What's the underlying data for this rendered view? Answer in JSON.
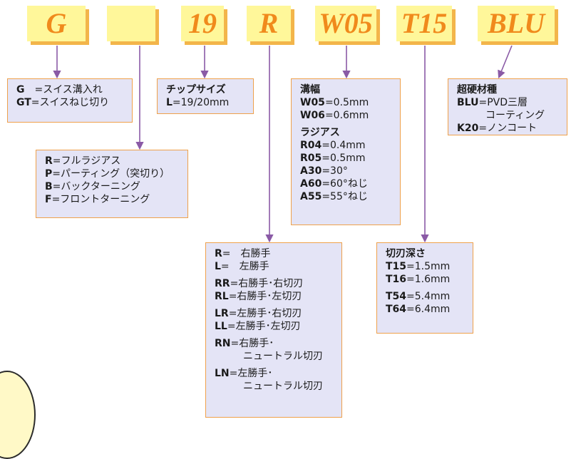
{
  "codes": [
    "G",
    "",
    "19",
    "R",
    "W05",
    "T15",
    "BLU"
  ],
  "box_g": {
    "rows": [
      {
        "key": "G",
        "text": "　=スイス溝入れ"
      },
      {
        "key": "GT",
        "text": "=スイスねじ切り"
      }
    ]
  },
  "box_chip": {
    "title": "チップサイズ",
    "rows": [
      {
        "key": "L",
        "text": "=19/20mm"
      }
    ]
  },
  "box_mode": {
    "rows": [
      {
        "key": "R",
        "text": "=フルラジアス"
      },
      {
        "key": "P",
        "text": "=パーティング（突切り）"
      },
      {
        "key": "B",
        "text": "=バックターニング"
      },
      {
        "key": "F",
        "text": "=フロントターニング"
      }
    ]
  },
  "box_w": {
    "title1": "溝幅",
    "rows1": [
      {
        "key": "W05",
        "text": "=0.5mm"
      },
      {
        "key": "W06",
        "text": "=0.6mm"
      }
    ],
    "title2": "ラジアス",
    "rows2": [
      {
        "key": "R04",
        "text": "=0.4mm"
      },
      {
        "key": "R05",
        "text": "=0.5mm"
      },
      {
        "key": "A30",
        "text": "=30°"
      },
      {
        "key": "A60",
        "text": "=60°ねじ"
      },
      {
        "key": "A55",
        "text": "=55°ねじ"
      }
    ]
  },
  "box_blu": {
    "title": "超硬材種",
    "row1_key": "BLU",
    "row1_text": "=PVD三層",
    "row1_cont": "コーティング",
    "row2_key": "K20",
    "row2_text": "=ノンコート"
  },
  "box_hand": {
    "r_key": "R",
    "r_text": "=　右勝手",
    "l_key": "L",
    "l_text": "=　左勝手",
    "rr_key": "RR",
    "rr_text": "=右勝手･右切刃",
    "rl_key": "RL",
    "rl_text": "=右勝手･左切刃",
    "lr_key": "LR",
    "lr_text": "=左勝手･右切刃",
    "ll_key": "LL",
    "ll_text": "=左勝手･左切刃",
    "rn_key": "RN",
    "rn_text": "=右勝手･",
    "rn_cont": "ニュートラル切刃",
    "ln_key": "LN",
    "ln_text": "=左勝手･",
    "ln_cont": "ニュートラル切刃"
  },
  "box_t": {
    "title": "切刃深さ",
    "rows1": [
      {
        "key": "T15",
        "text": "=1.5mm"
      },
      {
        "key": "T16",
        "text": "=1.6mm"
      }
    ],
    "rows2": [
      {
        "key": "T54",
        "text": "=5.4mm"
      },
      {
        "key": "T64",
        "text": "=6.4mm"
      }
    ]
  },
  "colors": {
    "code_bg": "#fff79a",
    "code_shadow": "#f3b54a",
    "code_text": "#f08a1c",
    "box_bg": "#e4e4f6",
    "box_border": "#efa14b",
    "arrow": "#8a5aa6"
  }
}
